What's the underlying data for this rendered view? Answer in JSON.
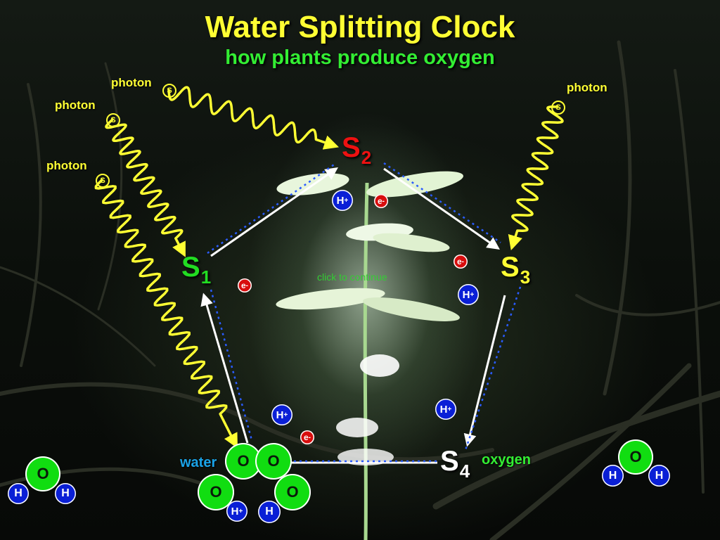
{
  "title": "Water Splitting Clock",
  "subtitle": "how plants produce oxygen",
  "photon_label": "photon",
  "photon_symbol": "S",
  "states": [
    {
      "symbol": "S",
      "index": "1",
      "color": "#22dd22"
    },
    {
      "symbol": "S",
      "index": "2",
      "color": "#ee1111"
    },
    {
      "symbol": "S",
      "index": "3",
      "color": "#ffff33"
    },
    {
      "symbol": "S",
      "index": "4",
      "color": "#ffffff"
    }
  ],
  "proton": {
    "symbol": "H",
    "charge": "+"
  },
  "electron": {
    "symbol": "e",
    "charge": "-"
  },
  "atoms": {
    "oxygen": "O",
    "hydrogen": "H"
  },
  "click_hint": "click to continue",
  "labels": {
    "water": "water",
    "oxygen": "oxygen"
  },
  "colors": {
    "title": "#ffff33",
    "subtitle": "#33ee33",
    "photon": "#ffff33",
    "water_label": "#1aa3e8",
    "oxygen_label": "#33ee33",
    "proton": "#0a1fd6",
    "electron": "#d80d0d",
    "oxygen_atom": "#11dd11",
    "hydrogen_atom": "#0a1fd6"
  }
}
